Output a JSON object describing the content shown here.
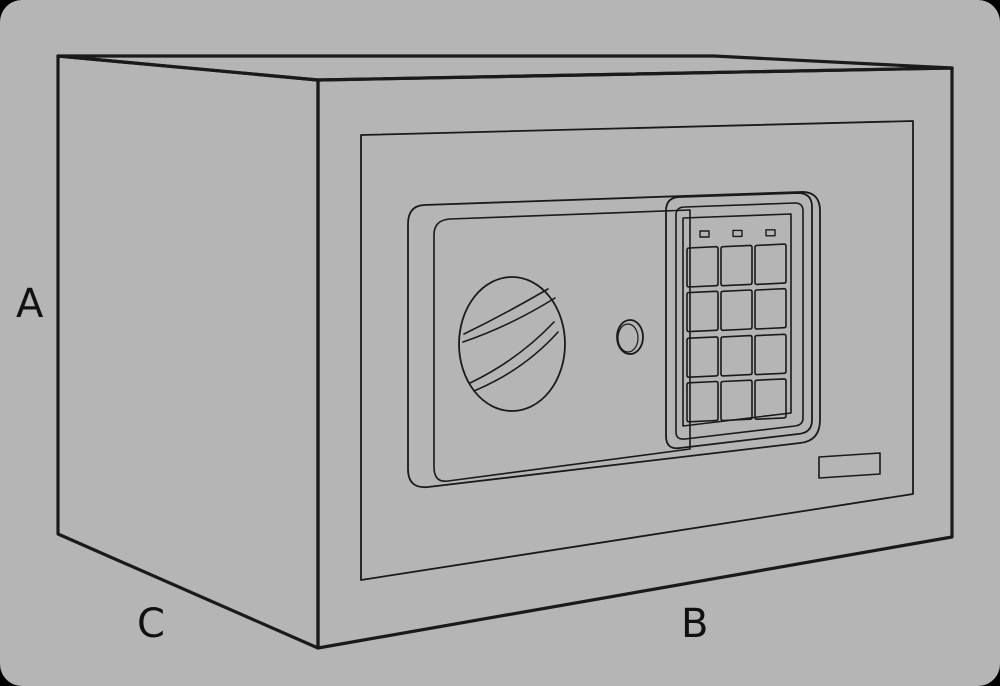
{
  "diagram": {
    "subject": "safe",
    "dimension_labels": {
      "height": "A",
      "width": "B",
      "depth": "C"
    },
    "keypad": {
      "rows": 4,
      "cols": 3,
      "indicator_lights": 3
    },
    "colors": {
      "background": "#b5b5b5",
      "line": "#1a1a1a",
      "outer_frame": "#000000"
    }
  }
}
